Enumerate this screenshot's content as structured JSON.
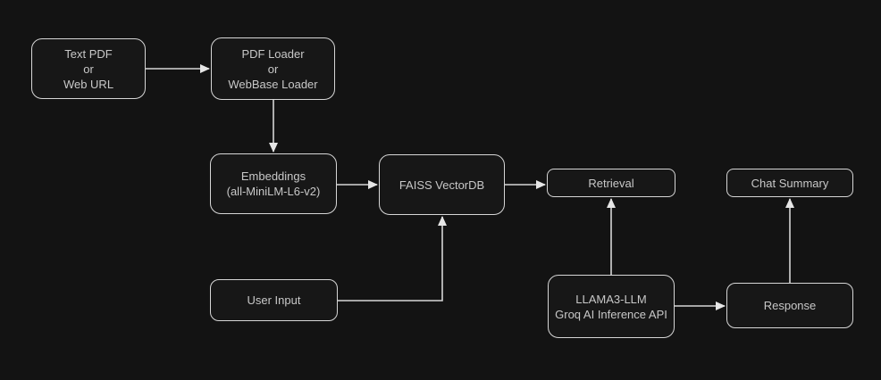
{
  "colors": {
    "background": "#131313",
    "node_fill": "#171717",
    "stroke": "#d6d6d6",
    "text": "#c8c8c8",
    "arrowhead": "#e6e6e6"
  },
  "nodes": {
    "text_pdf": {
      "lines": [
        "Text PDF",
        "or",
        "Web URL"
      ]
    },
    "pdf_loader": {
      "lines": [
        "PDF Loader",
        "or",
        "WebBase Loader"
      ]
    },
    "embeddings": {
      "lines": [
        "Embeddings",
        "(all-MiniLM-L6-v2)"
      ]
    },
    "faiss": {
      "lines": [
        "FAISS VectorDB"
      ]
    },
    "retrieval": {
      "lines": [
        "Retrieval"
      ]
    },
    "chat_summary": {
      "lines": [
        "Chat Summary"
      ]
    },
    "user_input": {
      "lines": [
        "User Input"
      ]
    },
    "llama3": {
      "lines": [
        "LLAMA3-LLM",
        "Groq AI Inference API"
      ]
    },
    "response": {
      "lines": [
        "Response"
      ]
    }
  }
}
